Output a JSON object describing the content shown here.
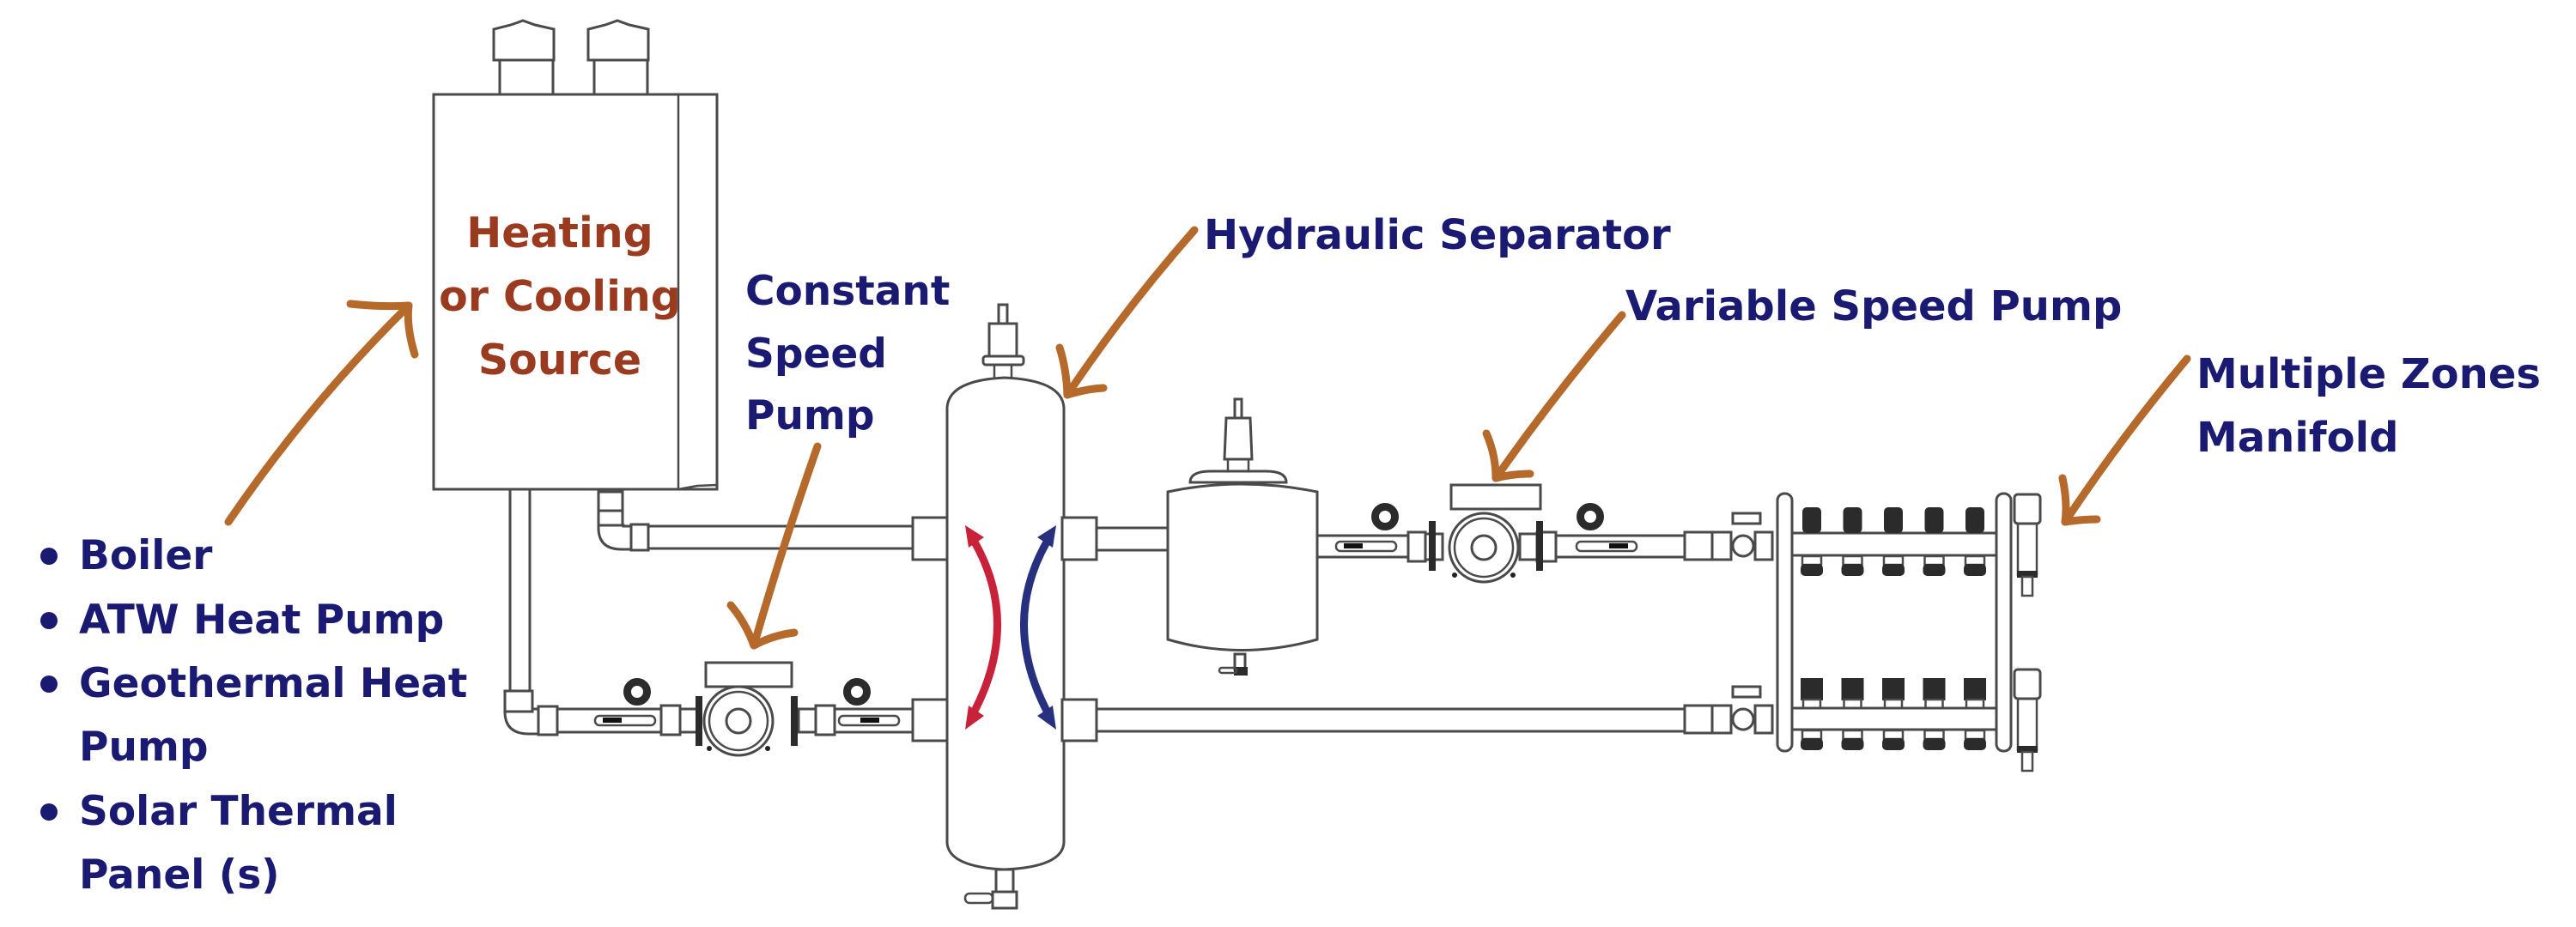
{
  "source": {
    "label_lines": [
      "Heating",
      "or Cooling",
      "Source"
    ],
    "color": "#9a3a1e"
  },
  "labels": {
    "constant_speed_pump": [
      "Constant",
      "Speed",
      "Pump"
    ],
    "hydraulic_separator": "Hydraulic Separator",
    "variable_speed_pump": "Variable Speed Pump",
    "manifold": [
      "Multiple Zones",
      "Manifold"
    ]
  },
  "source_options": [
    {
      "lines": [
        "Boiler"
      ]
    },
    {
      "lines": [
        "ATW Heat Pump"
      ]
    },
    {
      "lines": [
        "Geothermal Heat",
        "Pump"
      ]
    },
    {
      "lines": [
        "Solar Thermal",
        "Panel (s)"
      ]
    }
  ],
  "colors": {
    "label_text": "#1b1a72",
    "callout_arrow": "#b5692a",
    "hot_flow": "#c8213a",
    "cold_flow": "#26307f",
    "line_art": "#4a4a4a"
  },
  "manifold": {
    "zone_count": 5
  }
}
